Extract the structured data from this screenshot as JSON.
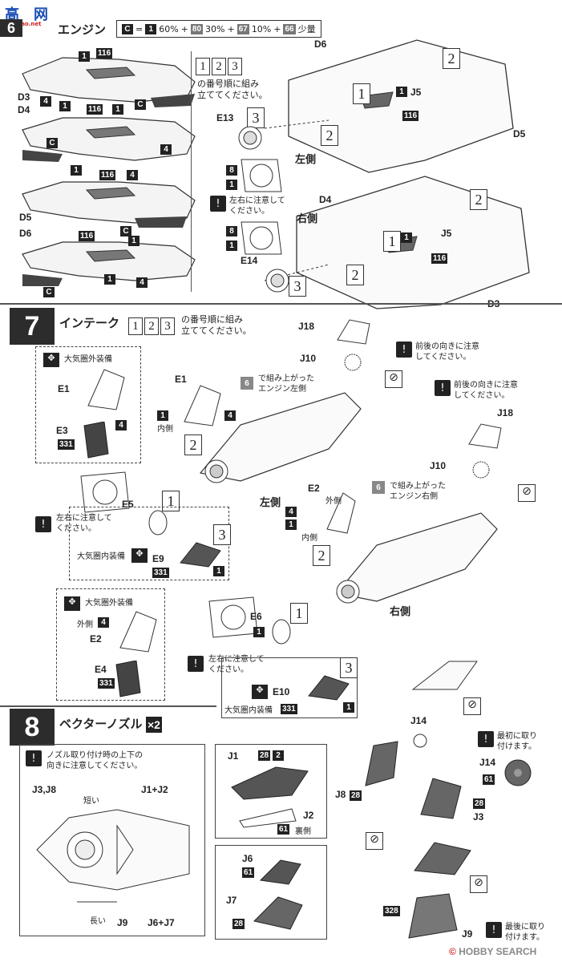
{
  "watermark_top": {
    "logo": "高",
    "logo2": "网",
    "site": "gao.gao.net"
  },
  "watermark_bottom": {
    "brand": "HOBBY SEARCH",
    "copyright": "©"
  },
  "step6": {
    "number": "6",
    "title": "エンジン",
    "color_formula": {
      "chip": "C",
      "eq": "=",
      "parts": [
        {
          "code": "1",
          "pct": "60%"
        },
        {
          "code": "80",
          "pct": "30%"
        },
        {
          "code": "67",
          "pct": "10%"
        },
        {
          "code": "66",
          "pct": "少量"
        }
      ],
      "plus": "+"
    },
    "order_line1": "の番号順に組み",
    "order_line2": "立ててください。",
    "order_nums": [
      "1",
      "2",
      "3"
    ],
    "side_left": "左側",
    "side_right": "右側",
    "note": "左右に注意して\nください。",
    "parts": {
      "D3": "D3",
      "D4": "D4",
      "D5": "D5",
      "D6": "D6",
      "E13": "E13",
      "E14": "E14",
      "J5": "J5"
    },
    "colors": {
      "c1": "1",
      "c4": "4",
      "c116": "116",
      "c8": "8",
      "cC": "C"
    }
  },
  "step7": {
    "number": "7",
    "title": "インテーク",
    "order_line1": "の番号順に組み",
    "order_line2": "立ててください。",
    "outer_equip": "大気圏外装備",
    "inner_equip": "大気圏内装備",
    "inner": "内側",
    "outer": "外側",
    "engine_left": "で組み上がった\nエンジン左側",
    "engine_right": "で組み上がった\nエンジン右側",
    "ref_step": "6",
    "front_back_note": "前後の向きに注意\nしてください。",
    "lr_note": "左右に注意して\nください。",
    "side_left": "左側",
    "side_right": "右側",
    "parts": {
      "E1": "E1",
      "E2": "E2",
      "E3": "E3",
      "E4": "E4",
      "E5": "E5",
      "E6": "E6",
      "E9": "E9",
      "E10": "E10",
      "J10": "J10",
      "J18": "J18"
    },
    "colors": {
      "c331": "331",
      "c1": "1",
      "c4": "4"
    }
  },
  "step8": {
    "number": "8",
    "title": "ベクターノズル",
    "multiplier": "×2",
    "nozzle_note": "ノズル取り付け時の上下の\n向きに注意してください。",
    "short": "短い",
    "long": "長い",
    "first_attach": "最初に取り\n付けます。",
    "last_attach": "最後に取り\n付けます。",
    "back_side": "裏側",
    "parts": {
      "J1": "J1",
      "J2": "J2",
      "J3": "J3",
      "J6": "J6",
      "J7": "J7",
      "J8": "J8",
      "J9": "J9",
      "J14": "J14",
      "J3J8": "J3,J8",
      "J1J2": "J1+J2",
      "J6J7": "J6+J7"
    },
    "colors": {
      "c28": "28",
      "c2": "2",
      "c61": "61",
      "c328": "328"
    }
  }
}
